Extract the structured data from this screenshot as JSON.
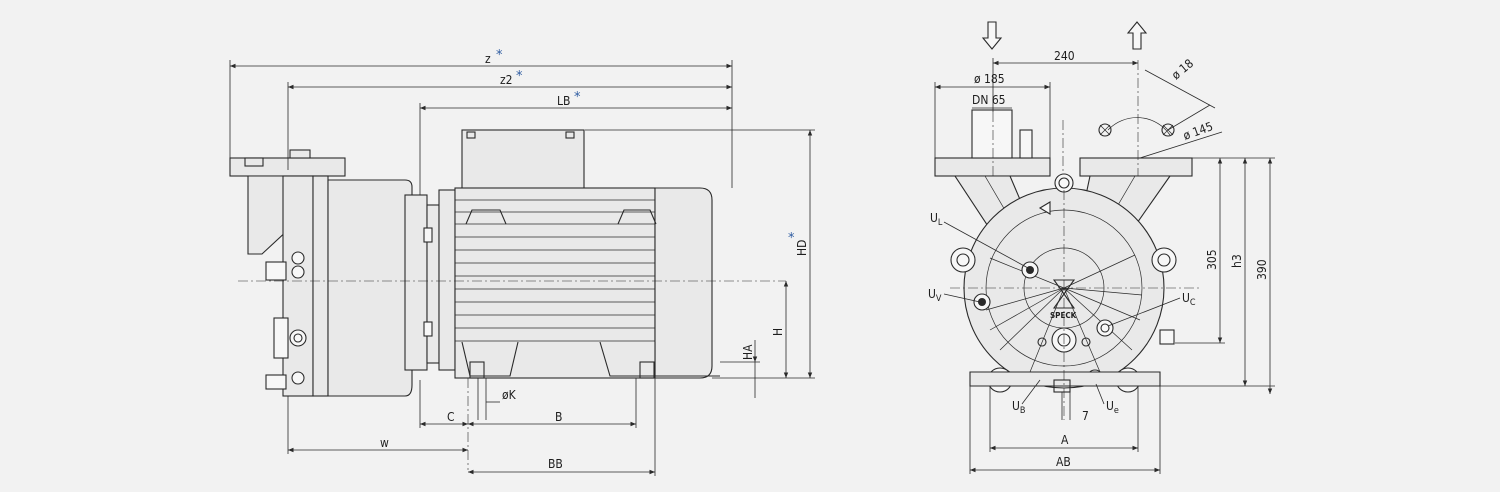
{
  "side_view": {
    "dims": {
      "z": "z",
      "z2": "z2",
      "lb": "LB",
      "hd": "HD",
      "h": "H",
      "ha": "HA",
      "k": "øK",
      "c": "C",
      "b": "B",
      "w": "w",
      "bb": "BB"
    },
    "asterisk": "*"
  },
  "front_view": {
    "dims": {
      "d240": "240",
      "d185": "ø 185",
      "dn": "DN 65",
      "d18": "ø 18",
      "d145": "ø 145",
      "ul": "U",
      "ul_sub": "L",
      "uv": "U",
      "uv_sub": "V",
      "uc": "U",
      "uc_sub": "C",
      "ub": "U",
      "ub_sub": "B",
      "ue": "U",
      "ue_sub": "e",
      "d305": "305",
      "h3": "h3",
      "d390": "390",
      "d7": "7",
      "a": "A",
      "ab": "AB"
    },
    "brand": "SPECK"
  },
  "colors": {
    "asterisk": "#2c5aa0",
    "line": "#2a2a2a",
    "background": "#f2f2f2"
  }
}
